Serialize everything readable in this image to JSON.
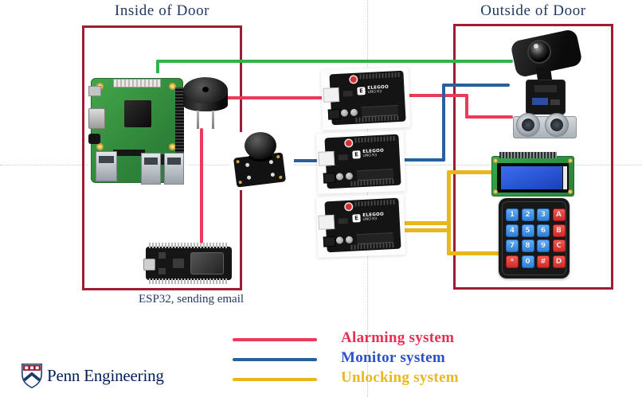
{
  "slide": {
    "title_inside": "Inside of Door",
    "title_outside": "Outside of Door"
  },
  "captions": {
    "esp32": "ESP32, sending email"
  },
  "legend": {
    "items": [
      {
        "label": "Alarming system",
        "color": "#e82f52"
      },
      {
        "label": "Monitor system",
        "color": "#2b50c8"
      },
      {
        "label": "Unlocking system",
        "color": "#ecb61e"
      }
    ]
  },
  "arduino": {
    "brand": "ELEGOO",
    "model": "UNO R3",
    "logo_letter": "E"
  },
  "keypad": {
    "rows": [
      [
        "1",
        "2",
        "3",
        "A"
      ],
      [
        "4",
        "5",
        "6",
        "B"
      ],
      [
        "7",
        "8",
        "9",
        "C"
      ],
      [
        "*",
        "0",
        "#",
        "D"
      ]
    ]
  },
  "footer": {
    "brand": "Penn Engineering"
  },
  "colors": {
    "alarming_line": "#ec3a57",
    "monitor_line": "#2a5f9e",
    "unlocking_line": "#e9b71c",
    "camera_link_line": "#2eb44d",
    "door_box_border": "#9e1d33",
    "title_text": "#1f3864",
    "penn_text": "#011f5b",
    "keypad_digit_key": "#3f97e0",
    "keypad_letter_key": "#d5292b"
  }
}
